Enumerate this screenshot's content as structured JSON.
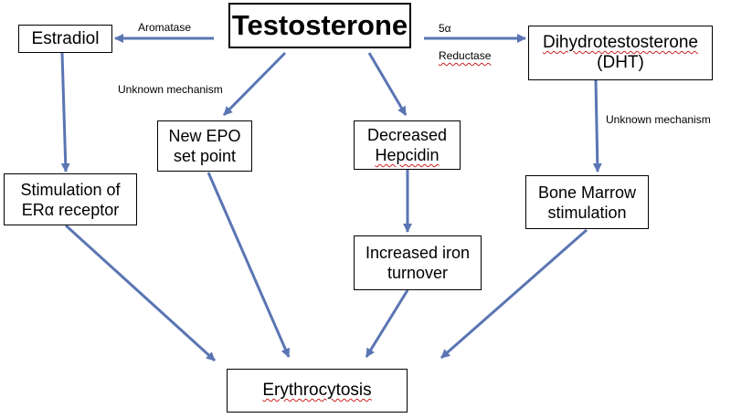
{
  "nodes": {
    "testosterone": "Testosterone",
    "estradiol": "Estradiol",
    "dht_line1": "Dihydrotestosterone",
    "dht_line2": "(DHT)",
    "epo_line1": "New EPO",
    "epo_line2": "set point",
    "hepcidin_line1": "Decreased",
    "hepcidin_line2": "Hepcidin",
    "era_line1": "Stimulation of",
    "era_line2": "ERα receptor",
    "iron_line1": "Increased iron",
    "iron_line2": "turnover",
    "marrow_line1": "Bone Marrow",
    "marrow_line2": "stimulation",
    "erythrocytosis": "Erythrocytosis"
  },
  "labels": {
    "aromatase": "Aromatase",
    "reductase_line1": "5α",
    "reductase_line2": "Reductase",
    "unknown_left": "Unknown mechanism",
    "unknown_right": "Unknown mechanism"
  },
  "colors": {
    "arrow": "#5a75b3",
    "border": "#000000",
    "spellcheck": "#cc2222"
  }
}
